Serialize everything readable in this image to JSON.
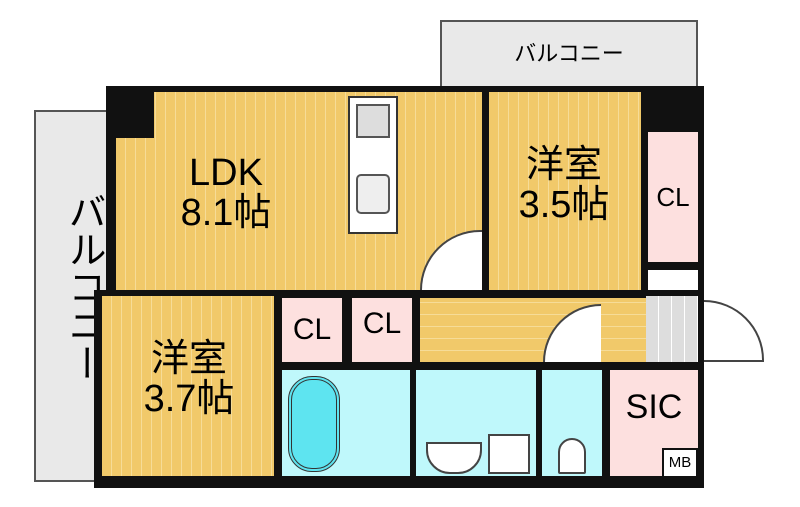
{
  "rooms": {
    "ldk": {
      "name": "LDK",
      "size": "8.1帖"
    },
    "western_1": {
      "name": "洋室",
      "size": "3.5帖"
    },
    "western_2": {
      "name": "洋室",
      "size": "3.7帖"
    },
    "closet_right": "CL",
    "closet_1": "CL",
    "closet_2": "CL",
    "sic": "SIC",
    "mb": "MB"
  },
  "balconies": {
    "top": "バルコニー",
    "left": "バルコニー"
  },
  "colors": {
    "wood": "#f1c96a",
    "closet": "#fde0df",
    "wet_area": "#bff8fb",
    "balcony": "#e9e9e9"
  }
}
